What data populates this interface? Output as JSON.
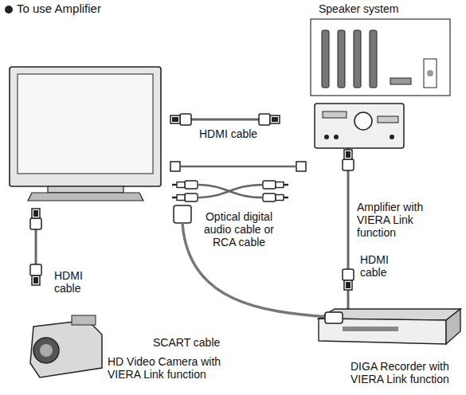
{
  "diagram": {
    "title": "To use Amplifier",
    "nodes": [
      {
        "text": [
          "Speaker system"
        ]
      },
      {
        "text": [
          "Amplifier with VIERA Link function"
        ]
      },
      {
        "text": [
          "DIGA Recorder with VIERA Link function"
        ]
      },
      {
        "text": [
          "HD Video Camera with VIERA Link function"
        ]
      }
    ],
    "edges": [
      {
        "from": 1,
        "to": 2,
        "label": "HDMI cable",
        "arrow": "none"
      }
    ],
    "labels": [
      "HDMI cable",
      "Optical digital audio cable or RCA cable",
      "HDMI cable",
      "SCART cable"
    ]
  }
}
